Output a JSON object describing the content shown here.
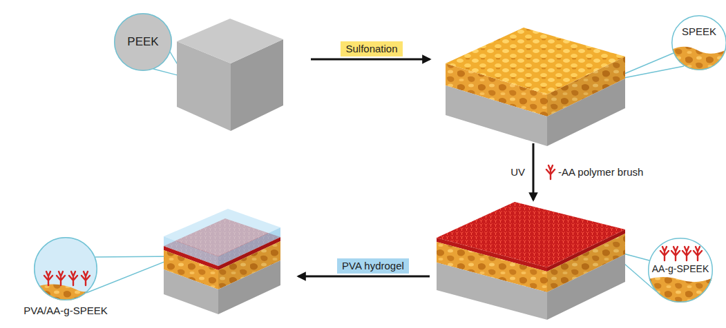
{
  "diagram": {
    "nodes": [
      {
        "text": [
          "PEEK"
        ]
      },
      {
        "text": [
          "Sulfonation"
        ]
      },
      {
        "text": [
          "SPEEK"
        ]
      },
      {
        "text": [
          "AA-g-SPEEK"
        ]
      },
      {
        "text": [
          "PVA hydrogel"
        ]
      },
      {
        "text": [
          "PVA/AA-g-SPEEK"
        ]
      }
    ],
    "labels": [
      "UV",
      "-AA polymer brush"
    ]
  }
}
